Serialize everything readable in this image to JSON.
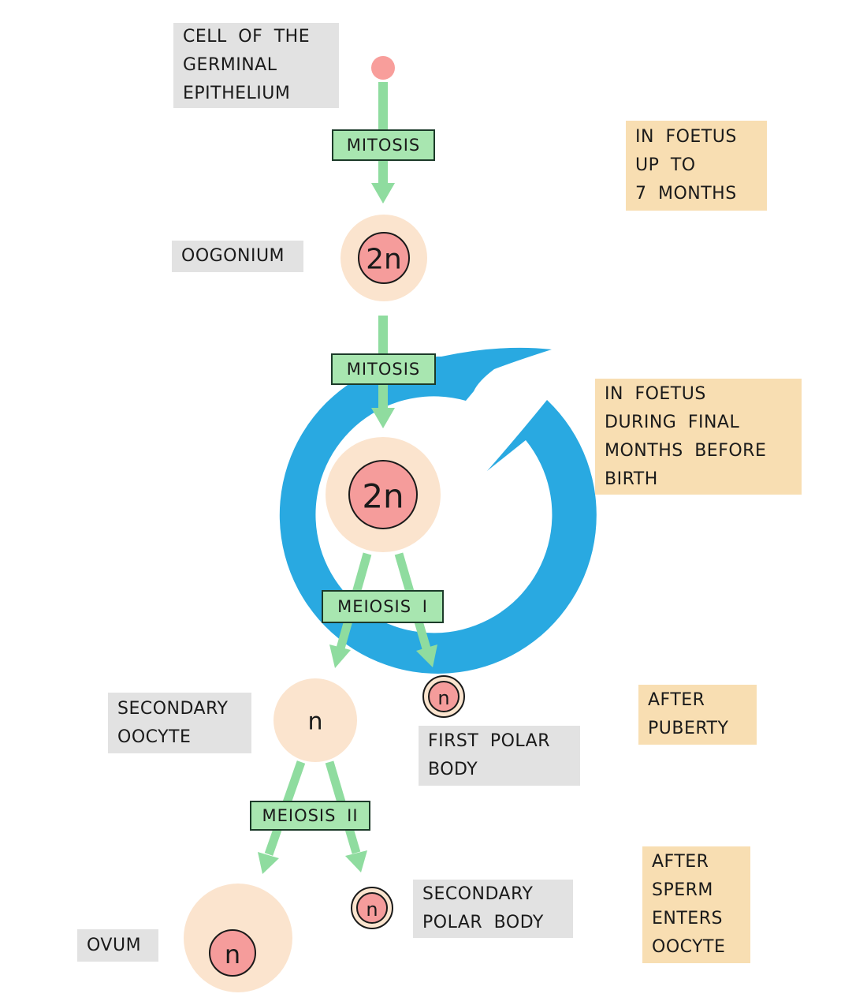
{
  "colors": {
    "background": "#FFFFFF",
    "cycle_arrow_blue": "#29A9E1",
    "cell_cytoplasm_peach": "#FBE4CE",
    "cell_nucleus_pink": "#F59C9B",
    "start_cell_pink": "#F89E9B",
    "process_box_green": "#A8E6B0",
    "arrow_green": "#8FDC9F",
    "label_box_grey": "#E2E2E2",
    "note_box_tan": "#F8DEB2",
    "text": "#1a1a1a"
  },
  "source_label": {
    "germinal_epithelium": "CELL OF THE\nGERMINAL\nEPITHELIUM"
  },
  "cells": {
    "oogonium": {
      "label": "OOGONIUM",
      "ploidy": "2n"
    },
    "primary_oocyte": {
      "ploidy": "2n"
    },
    "secondary_oocyte": {
      "label": "SECONDARY\nOOCYTE",
      "ploidy": "n"
    },
    "first_polar_body": {
      "label": "FIRST POLAR\nBODY",
      "ploidy": "n"
    },
    "ovum": {
      "label": "OVUM",
      "ploidy": "n"
    },
    "secondary_polar_body": {
      "label": "SECONDARY\nPOLAR BODY",
      "ploidy": "n"
    }
  },
  "processes": {
    "mitosis_1": "MITOSIS",
    "mitosis_2": "MITOSIS",
    "meiosis_1": "MEIOSIS I",
    "meiosis_2": "MEIOSIS II"
  },
  "timing_notes": {
    "foetus_7_months": "IN FOETUS\nUP TO\n7 MONTHS",
    "foetus_final_months": "IN FOETUS\nDURING FINAL\nMONTHS BEFORE\nBIRTH",
    "after_puberty": "AFTER\nPUBERTY",
    "after_sperm": "AFTER\nSPERM\nENTERS\nOOCYTE"
  }
}
